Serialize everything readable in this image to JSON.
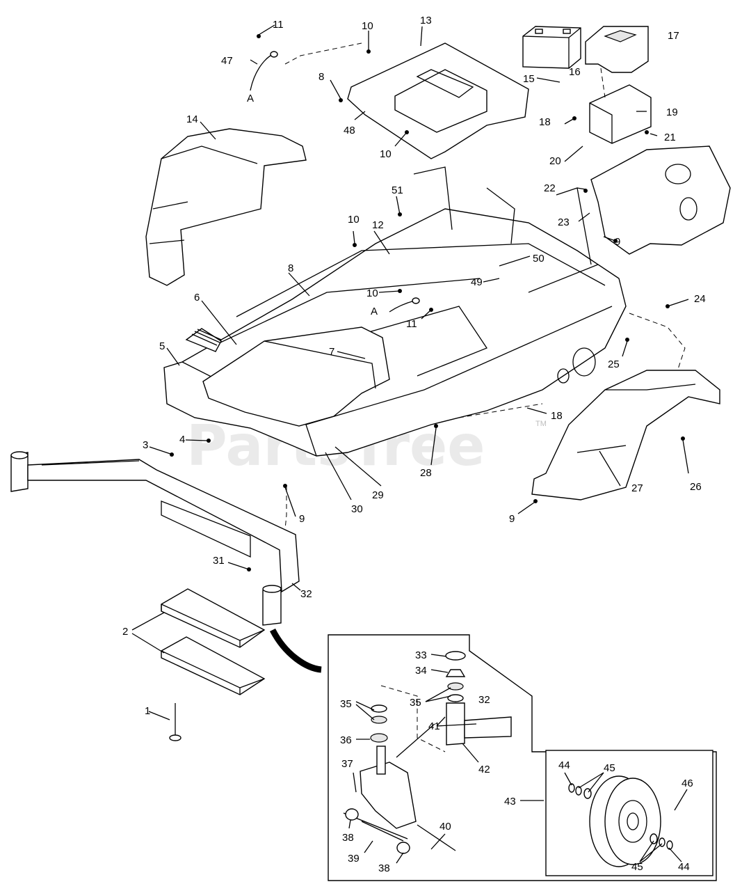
{
  "watermark": {
    "text": "PartsTree",
    "trademark": "TM"
  },
  "callouts": {
    "c1": "1",
    "c2": "2",
    "c3": "3",
    "c4": "4",
    "c5": "5",
    "c6": "6",
    "c7": "7",
    "c8": "8",
    "c8b": "8",
    "c9a": "9",
    "c9b": "9",
    "c9c": "9",
    "c10a": "10",
    "c10b": "10",
    "c10c": "10",
    "c10d": "10",
    "c11a": "11",
    "c11b": "11",
    "c12": "12",
    "c13": "13",
    "c14": "14",
    "c15": "15",
    "c16": "16",
    "c17": "17",
    "c18a": "18",
    "c18b": "18",
    "c19": "19",
    "c20": "20",
    "c21": "21",
    "c22": "22",
    "c23": "23",
    "c24": "24",
    "c25": "25",
    "c26": "26",
    "c27": "27",
    "c28": "28",
    "c29": "29",
    "c30": "30",
    "c31": "31",
    "c32a": "32",
    "c32b": "32",
    "c33": "33",
    "c34": "34",
    "c35a": "35",
    "c35b": "35",
    "c36": "36",
    "c37": "37",
    "c38a": "38",
    "c38b": "38",
    "c39": "39",
    "c40": "40",
    "c41": "41",
    "c42": "42",
    "c43": "43",
    "c44a": "44",
    "c44b": "44",
    "c45a": "45",
    "c45b": "45",
    "c46": "46",
    "c47": "47",
    "c48": "48",
    "c49": "49",
    "c50": "50",
    "c51": "51",
    "refA1": "A",
    "refA2": "A"
  }
}
